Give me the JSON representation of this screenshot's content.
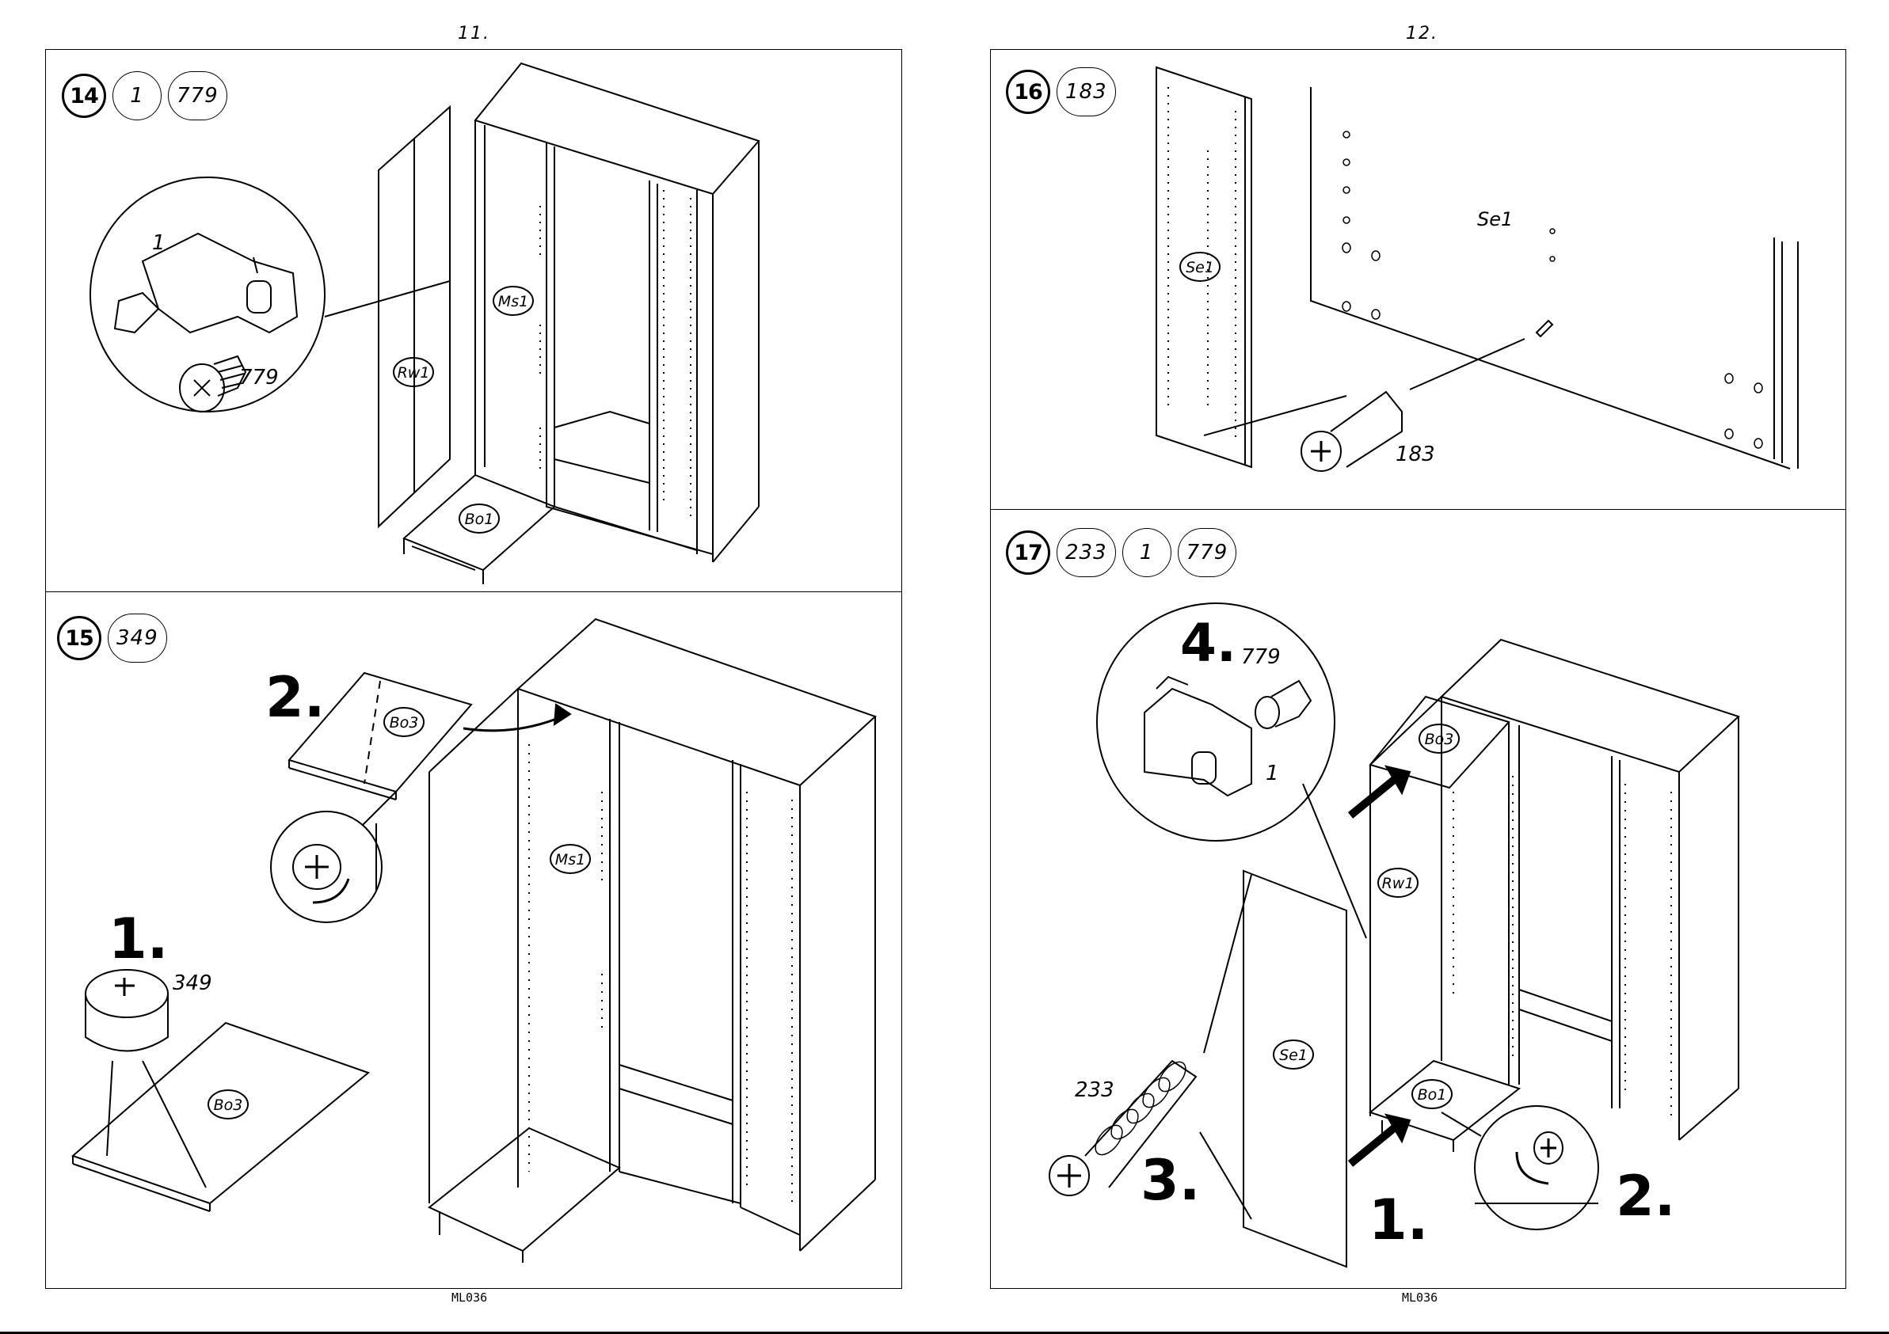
{
  "pages": [
    {
      "page_number": "11.",
      "code": "ML036"
    },
    {
      "page_number": "12.",
      "code": "ML036"
    }
  ],
  "steps": [
    {
      "step": "14",
      "parts": [
        "1",
        "779"
      ],
      "callout": {
        "part": "1",
        "screw": "779"
      },
      "labels": {
        "back_wall": "Rw1",
        "middle_wall": "Ms1",
        "bottom": "Bo1"
      }
    },
    {
      "step": "15",
      "parts": [
        "349"
      ],
      "sub_steps": [
        "1.",
        "2."
      ],
      "callout": {
        "cam": "349"
      },
      "labels": {
        "shelf_top": "Bo3",
        "shelf_bottom": "Bo3",
        "middle_wall": "Ms1"
      }
    },
    {
      "step": "16",
      "parts": [
        "183"
      ],
      "callout": {
        "dowel": "183"
      },
      "labels": {
        "side_panel": "Se1",
        "side_panel_detail": "Se1"
      }
    },
    {
      "step": "17",
      "parts": [
        "233",
        "1",
        "779"
      ],
      "sub_steps": [
        "1.",
        "2.",
        "3.",
        "4."
      ],
      "callout": {
        "screw": "779",
        "part": "1",
        "connector": "233"
      },
      "labels": {
        "top": "Bo3",
        "back_wall": "Rw1",
        "bottom": "Bo1",
        "side_panel": "Se1"
      }
    }
  ]
}
